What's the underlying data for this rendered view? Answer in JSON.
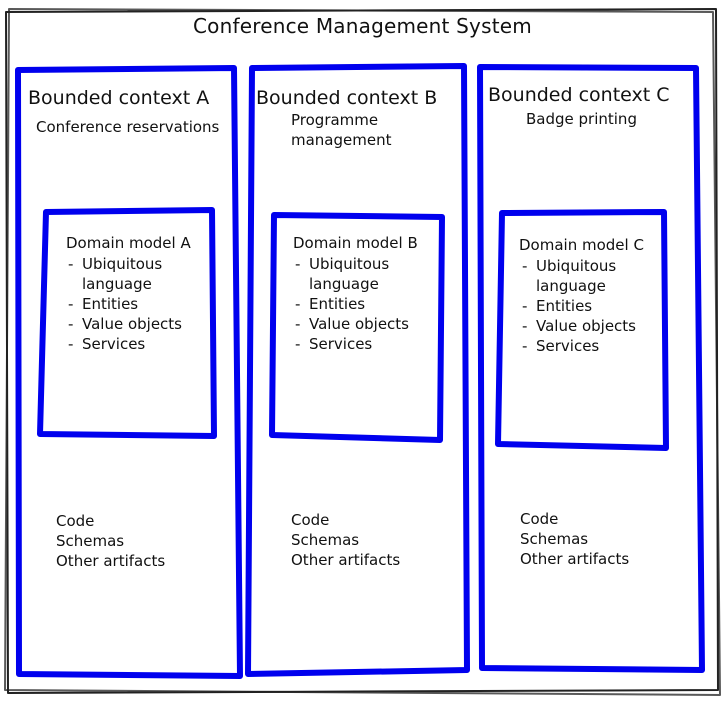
{
  "system": {
    "title": "Conference Management System"
  },
  "contexts": [
    {
      "title": "Bounded context A",
      "subtitle": [
        "Conference reservations"
      ],
      "domain_model": {
        "title": "Domain model A",
        "items": [
          "Ubiquitous language",
          "Entities",
          "Value objects",
          "Services"
        ]
      },
      "artifacts": [
        "Code",
        "Schemas",
        "Other artifacts"
      ]
    },
    {
      "title": "Bounded context B",
      "subtitle": [
        "Programme",
        "management"
      ],
      "domain_model": {
        "title": "Domain model B",
        "items": [
          "Ubiquitous language",
          "Entities",
          "Value objects",
          "Services"
        ]
      },
      "artifacts": [
        "Code",
        "Schemas",
        "Other artifacts"
      ]
    },
    {
      "title": "Bounded context C",
      "subtitle": [
        "Badge printing"
      ],
      "domain_model": {
        "title": "Domain model C",
        "items": [
          "Ubiquitous language",
          "Entities",
          "Value objects",
          "Services"
        ]
      },
      "artifacts": [
        "Code",
        "Schemas",
        "Other artifacts"
      ]
    }
  ],
  "colors": {
    "context_border": "#0000ee",
    "system_border": "#222222"
  }
}
